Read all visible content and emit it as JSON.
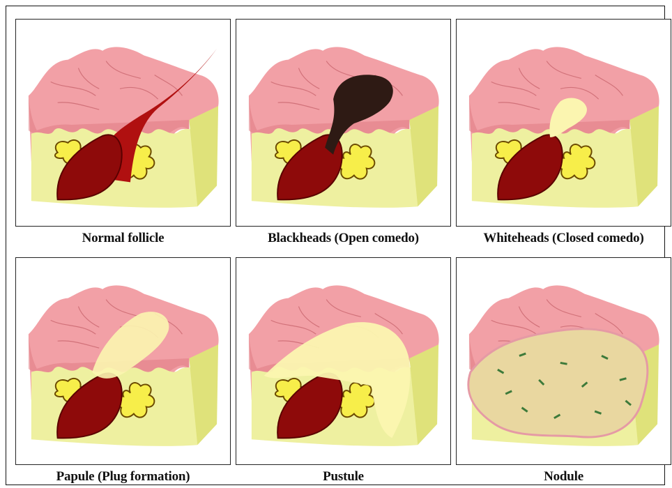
{
  "panels": [
    {
      "id": "normal",
      "caption": "Normal follicle"
    },
    {
      "id": "blackhead",
      "caption": "Blackheads (Open comedo)"
    },
    {
      "id": "whitehead",
      "caption": "Whiteheads (Closed comedo)"
    },
    {
      "id": "papule",
      "caption": "Papule (Plug formation)"
    },
    {
      "id": "pustule",
      "caption": "Pustule"
    },
    {
      "id": "nodule",
      "caption": "Nodule"
    }
  ],
  "colors": {
    "epidermis": "#f2a0a6",
    "epidermis_dark": "#e07c84",
    "dermis": "#eef0a0",
    "dermis_side": "#dfe27a",
    "follicle": "#8e0a0a",
    "sebaceous_gland": "#f7ee4a",
    "comedo_black": "#2e1a14",
    "sebum_plug": "#fbf5b0",
    "bacteria": "#3d7a3a"
  }
}
